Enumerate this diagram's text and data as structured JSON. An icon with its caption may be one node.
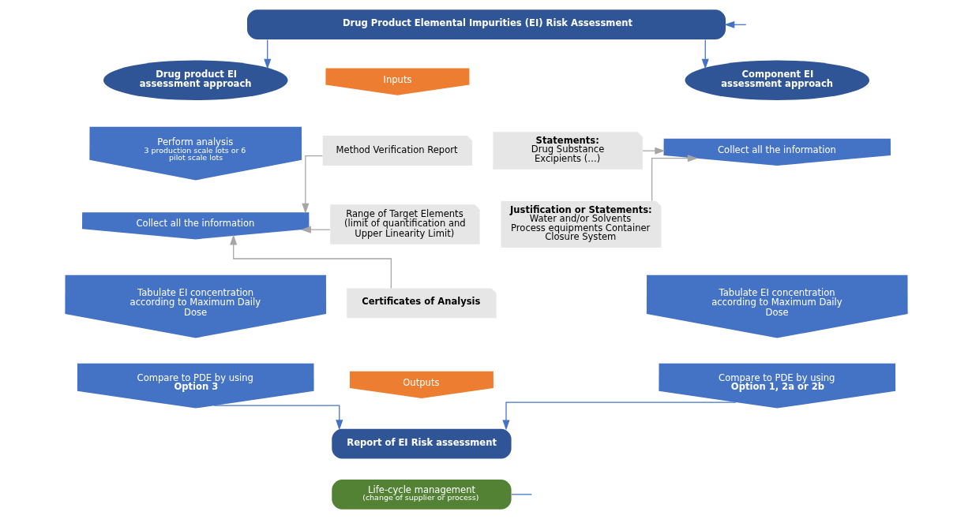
{
  "diagram": {
    "nodes": [
      {
        "text": [
          "Drug Product Elemental Impurities (EI) Risk Assessment"
        ]
      },
      {
        "text": [
          "Drug product EI assessment approach"
        ]
      },
      {
        "text": [
          "Inputs"
        ]
      },
      {
        "text": [
          "Component EI assessment approach"
        ]
      },
      {
        "text": [
          "Perform analysis",
          "3 production scale lots or 6 pilot scale lots"
        ]
      },
      {
        "text": [
          "Collect all the information"
        ]
      },
      {
        "text": [
          "Tabulate EI concentration according to Maximum Daily Dose"
        ]
      },
      {
        "text": [
          "Compare to PDE by using",
          "Option 3"
        ]
      },
      {
        "text": [
          "Method Verification Report"
        ]
      },
      {
        "text": [
          "Range of Target Elements (limit of quantification and Upper Linearity Limit)"
        ]
      },
      {
        "text": [
          "Certificates of Analysis"
        ]
      },
      {
        "text": [
          "Statements:",
          "Drug Substance Excipients (…)"
        ]
      },
      {
        "text": [
          "Justification or Statements:",
          "Water and/or Solvents Process equipments Container Closure System"
        ]
      },
      {
        "text": [
          "Collect all the information"
        ]
      },
      {
        "text": [
          "Tabulate EI concentration according to Maximum Daily Dose"
        ]
      },
      {
        "text": [
          "Compare to PDE by using",
          "Option 1, 2a or 2b"
        ]
      },
      {
        "text": [
          "Outputs"
        ]
      },
      {
        "text": [
          "Report of EI Risk assessment"
        ]
      },
      {
        "text": [
          "Life-cycle management",
          "(change of supplier or process)"
        ]
      }
    ],
    "edges": [
      {
        "from": null,
        "to": 0,
        "arrow": "to"
      },
      {
        "from": 0,
        "to": 1,
        "arrow": "to"
      },
      {
        "from": 0,
        "to": 3,
        "arrow": "to"
      },
      {
        "from": 8,
        "to": 5,
        "arrow": "to",
        "color": "#a6a6a6"
      },
      {
        "from": 9,
        "to": 5,
        "arrow": "to",
        "color": "#a6a6a6"
      },
      {
        "from": 10,
        "to": 5,
        "arrow": "to",
        "color": "#a6a6a6"
      },
      {
        "from": 11,
        "to": 13,
        "arrow": "to",
        "color": "#a6a6a6"
      },
      {
        "from": 12,
        "to": 13,
        "arrow": "to",
        "color": "#a6a6a6"
      },
      {
        "from": 7,
        "to": 17,
        "arrow": "to"
      },
      {
        "from": 15,
        "to": 17,
        "arrow": "to"
      },
      {
        "from": 18,
        "to": null,
        "arrow": "none"
      }
    ]
  }
}
